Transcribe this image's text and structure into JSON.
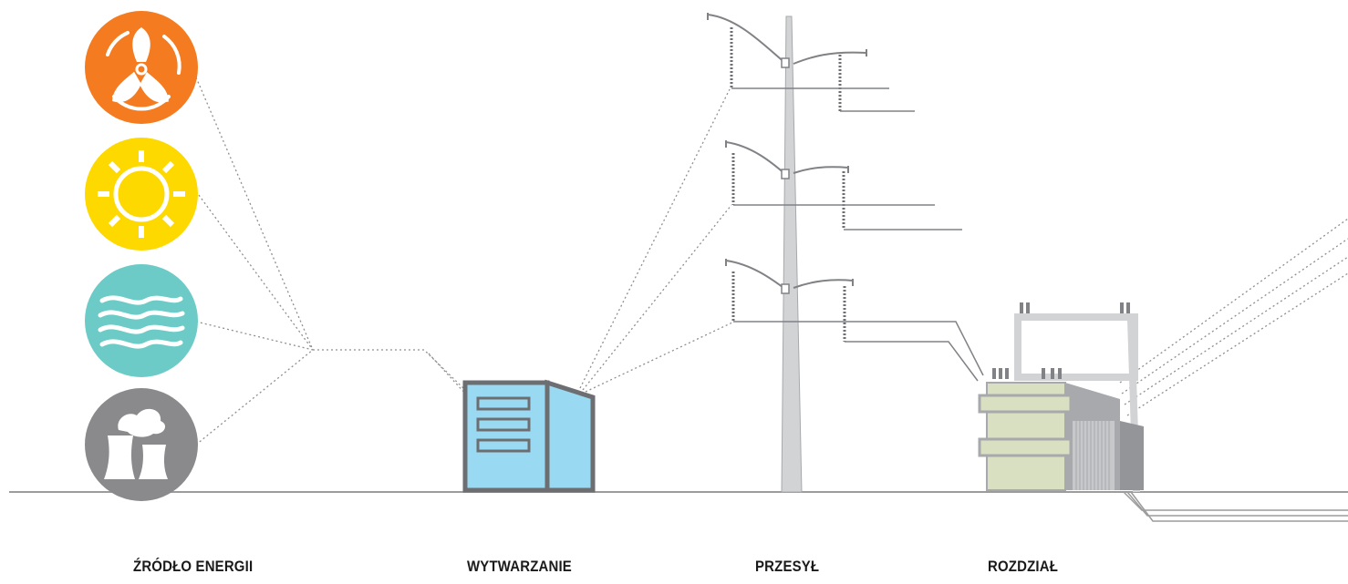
{
  "diagram": {
    "stages": [
      {
        "id": "source",
        "label": "ŹRÓDŁO ENERGII"
      },
      {
        "id": "generation",
        "label": "WYTWARZANIE"
      },
      {
        "id": "transmission",
        "label": "PRZESYŁ"
      },
      {
        "id": "distribution",
        "label": "ROZDZIAŁ"
      }
    ],
    "sources": [
      {
        "name": "wind-energy-icon",
        "color": "#f47b20"
      },
      {
        "name": "solar-energy-icon",
        "color": "#fdd900"
      },
      {
        "name": "water-energy-icon",
        "color": "#6ccbc6"
      },
      {
        "name": "nuclear-energy-icon",
        "color": "#8a8a8c"
      }
    ],
    "colors": {
      "ground": "#9c9c9c",
      "connector": "#8f8f8f",
      "plant_body": "#9ad9f2",
      "plant_frame": "#6d6e71",
      "pole": "#d1d3d4",
      "transformer_body": "#d9dfc1",
      "transformer_frame": "#a7a9ac"
    }
  }
}
